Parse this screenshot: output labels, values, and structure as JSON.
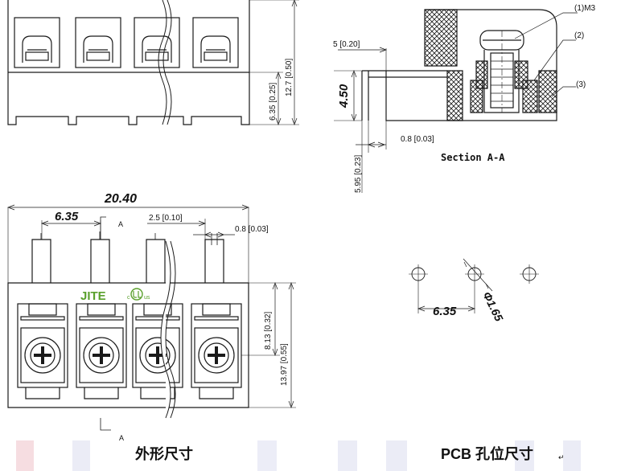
{
  "top_view": {
    "dim_12_7": "12.7 [0.50]",
    "dim_6_35": "6.35 [0.25]"
  },
  "section": {
    "callout_1": "(1)M3",
    "callout_2": "(2)",
    "callout_3": "(3)",
    "dim_5": "5 [0.20]",
    "dim_4_50": "4.50",
    "dim_0_8": "0.8 [0.03]",
    "dim_5_95": "5.95 [0.23]",
    "title": "Section A-A"
  },
  "front_view": {
    "dim_20_40": "20.40",
    "dim_6_35": "6.35",
    "dim_2_5": "2.5 [0.10]",
    "dim_0_8": "0.8 [0.03]",
    "dim_8_13": "8.13 [0.32]",
    "dim_13_97": "13.97 [0.55]",
    "section_marker_top": "A",
    "section_marker_bottom": "A",
    "logo_text": "JITE",
    "cert_small": "c",
    "cert_text": "us"
  },
  "pcb_view": {
    "dim_pitch": "6.35",
    "dim_hole": "Φ1.65"
  },
  "captions": {
    "left": "外形尺寸",
    "right": "PCB 孔位尺寸",
    "right_mark": "↵"
  },
  "colors": {
    "line": "#1a1a1a",
    "logo_green": "#5aa02c",
    "watermark": "#e9b6bd"
  }
}
